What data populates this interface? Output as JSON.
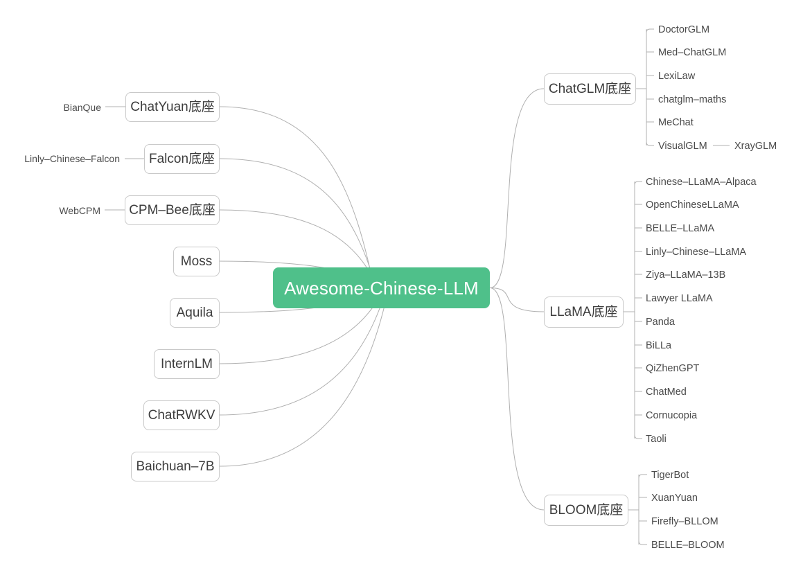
{
  "diagram": {
    "title": "Awesome-Chinese-LLM",
    "type": "mindmap",
    "root": {
      "label": "Awesome-Chinese-LLM",
      "color": "#4FC08A",
      "text_color": "#ffffff"
    },
    "line_color": "#b0b0b0",
    "box_border_color": "#c9c9c9",
    "text_color": "#4a4a4a"
  },
  "right_branches": [
    {
      "label": "ChatGLM底座",
      "children": [
        {
          "label": "DoctorGLM"
        },
        {
          "label": "Med–ChatGLM"
        },
        {
          "label": "LexiLaw"
        },
        {
          "label": "chatglm–maths"
        },
        {
          "label": "MeChat"
        },
        {
          "label": "VisualGLM",
          "child": "XrayGLM"
        }
      ]
    },
    {
      "label": "LLaMA底座",
      "children": [
        {
          "label": "Chinese–LLaMA–Alpaca"
        },
        {
          "label": "OpenChineseLLaMA"
        },
        {
          "label": "BELLE–LLaMA"
        },
        {
          "label": "Linly–Chinese–LLaMA"
        },
        {
          "label": "Ziya–LLaMA–13B"
        },
        {
          "label": "Lawyer LLaMA"
        },
        {
          "label": "Panda"
        },
        {
          "label": "BiLLa"
        },
        {
          "label": "QiZhenGPT"
        },
        {
          "label": "ChatMed"
        },
        {
          "label": "Cornucopia"
        },
        {
          "label": "Taoli"
        }
      ]
    },
    {
      "label": "BLOOM底座",
      "children": [
        {
          "label": "TigerBot"
        },
        {
          "label": "XuanYuan"
        },
        {
          "label": "Firefly–BLLOM"
        },
        {
          "label": "BELLE–BLOOM"
        }
      ]
    }
  ],
  "left_branches": [
    {
      "label": "ChatYuan底座",
      "side_label": "BianQue"
    },
    {
      "label": "Falcon底座",
      "side_label": "Linly–Chinese–Falcon"
    },
    {
      "label": "CPM–Bee底座",
      "side_label": "WebCPM"
    },
    {
      "label": "Moss",
      "side_label": ""
    },
    {
      "label": "Aquila",
      "side_label": ""
    },
    {
      "label": "InternLM",
      "side_label": ""
    },
    {
      "label": "ChatRWKV",
      "side_label": ""
    },
    {
      "label": "Baichuan–7B",
      "side_label": ""
    }
  ]
}
